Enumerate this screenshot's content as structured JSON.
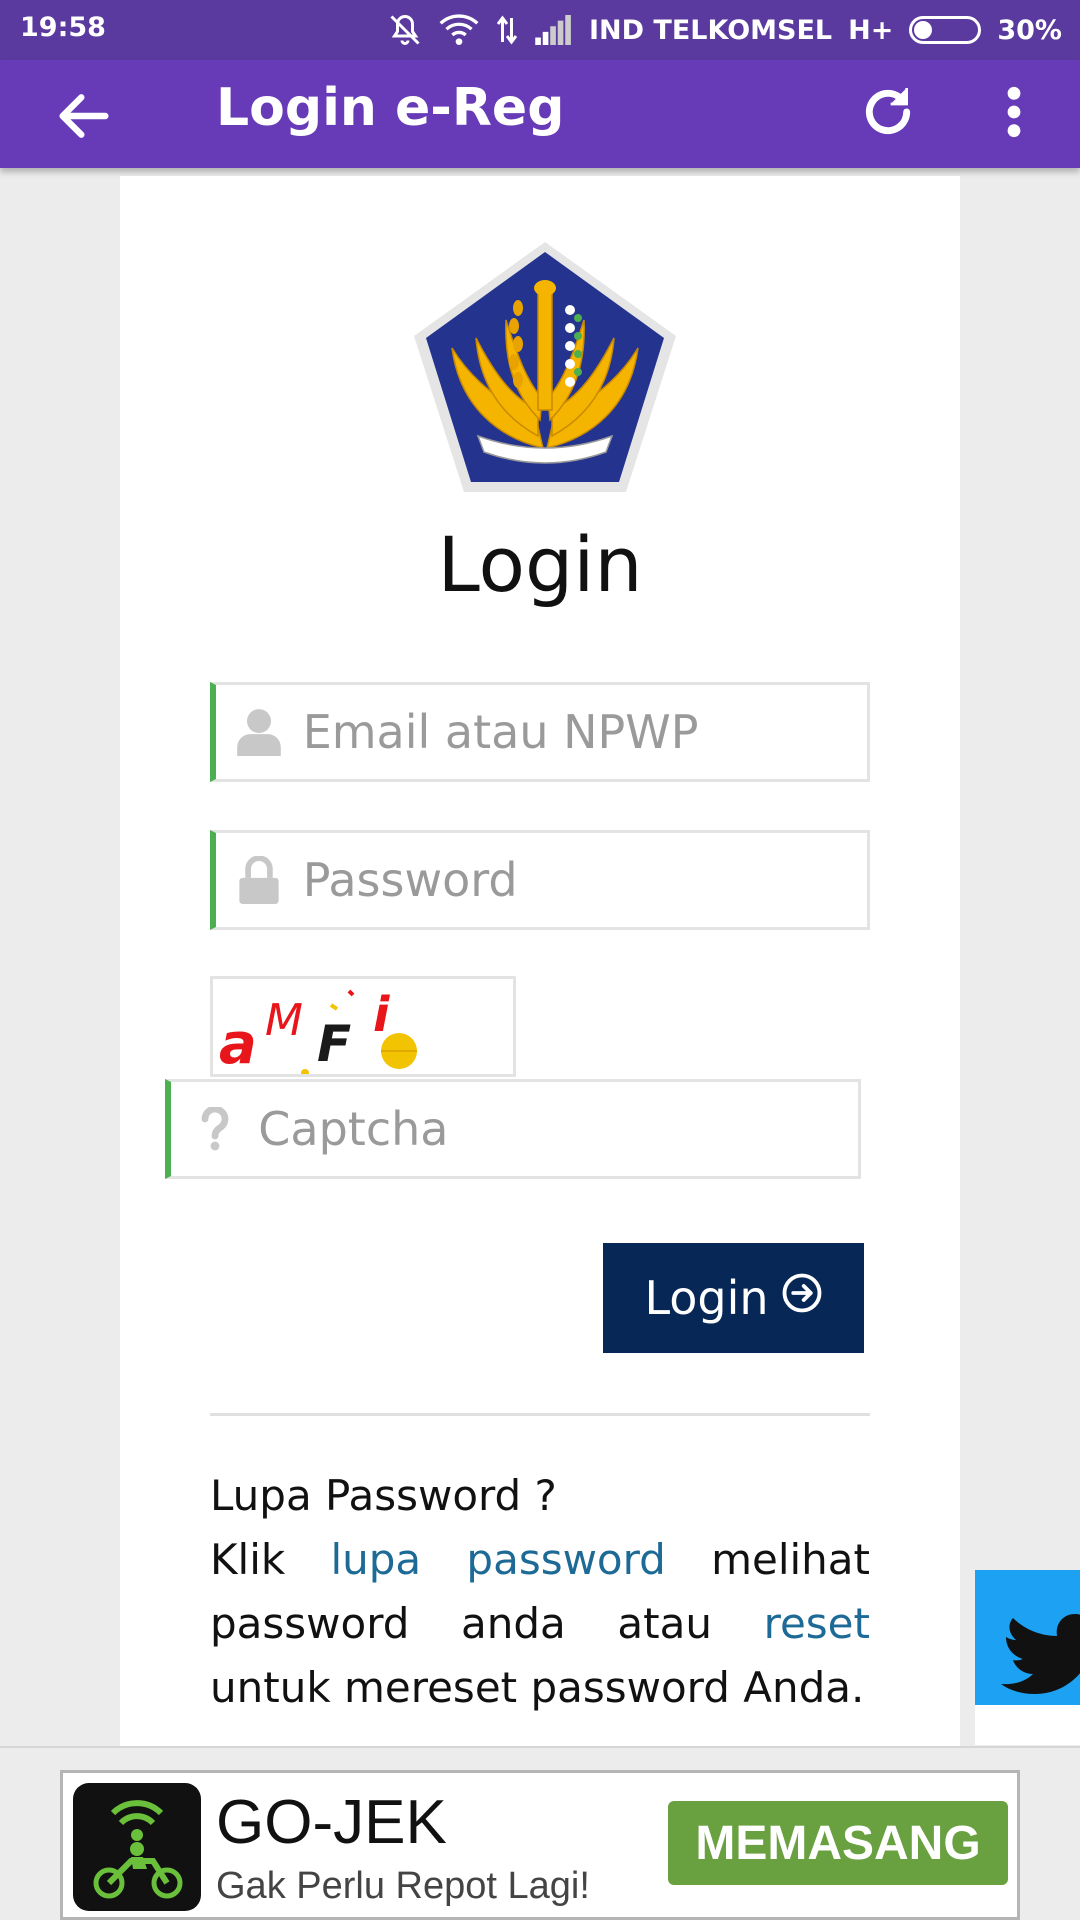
{
  "status_bar": {
    "time": "19:58",
    "carrier": "IND TELKOMSEL",
    "network": "H+",
    "battery": "30%"
  },
  "app_bar": {
    "title": "Login e-Reg",
    "color": "#673ab7"
  },
  "login_form": {
    "heading": "Login",
    "email_placeholder": "Email atau NPWP",
    "password_placeholder": "Password",
    "captcha_placeholder": "Captcha",
    "captcha_text": [
      "a",
      "M",
      "F",
      "i"
    ],
    "submit_label": "Login",
    "accent_color": "#4caf50",
    "button_color": "#072856"
  },
  "forgot": {
    "title": "Lupa Password ?",
    "text1": "Klik",
    "link_lupa": "lupa",
    "link_password": "password",
    "text2": "melihat",
    "text3": "password",
    "text4": "anda",
    "text5": "atau",
    "link_reset": "reset",
    "text6": "untuk mereset password Anda.",
    "link_color": "#1d6a96"
  },
  "ad": {
    "title": "GO-JEK",
    "subtitle": "Gak Perlu Repot Lagi!",
    "install_label": "MEMASANG",
    "button_color": "#69a040"
  }
}
